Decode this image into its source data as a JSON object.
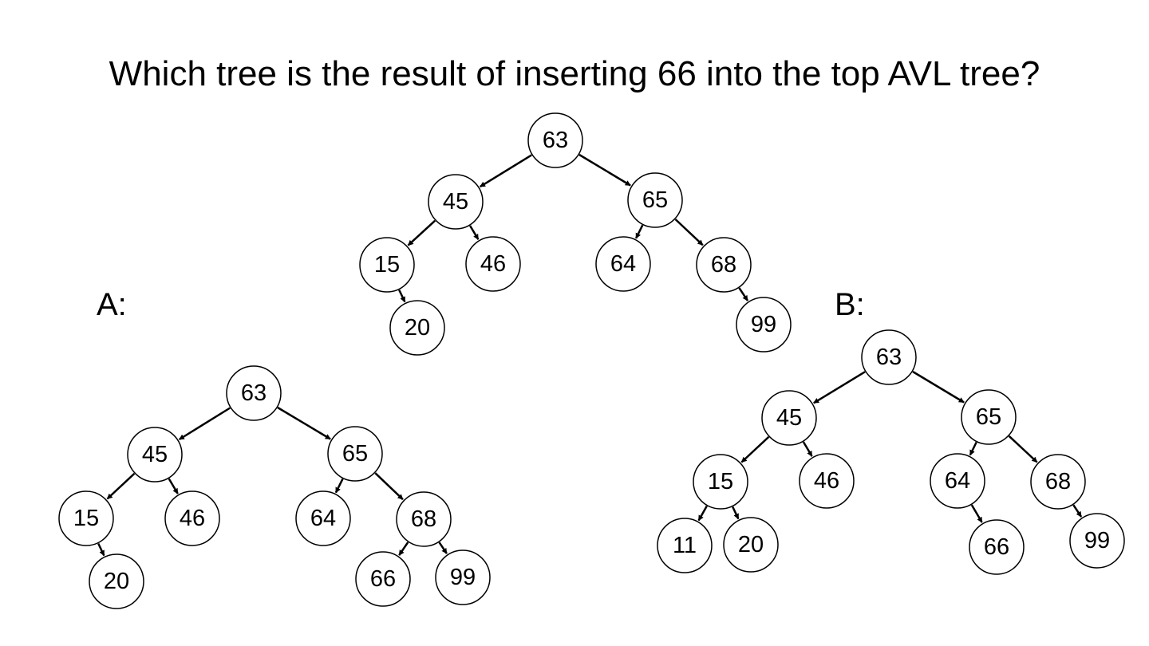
{
  "question": "Which tree is the result of inserting 66 into the top AVL tree?",
  "labels": {
    "a": "A:",
    "b": "B:"
  },
  "colors": {
    "stroke": "#000000",
    "fill": "#ffffff",
    "text": "#000000"
  },
  "trees": [
    {
      "id": "top",
      "nodes": [
        {
          "id": "n63",
          "value": "63"
        },
        {
          "id": "n45",
          "value": "45"
        },
        {
          "id": "n65",
          "value": "65"
        },
        {
          "id": "n15",
          "value": "15"
        },
        {
          "id": "n46",
          "value": "46"
        },
        {
          "id": "n64",
          "value": "64"
        },
        {
          "id": "n68",
          "value": "68"
        },
        {
          "id": "n20",
          "value": "20"
        },
        {
          "id": "n99",
          "value": "99"
        }
      ],
      "edges": [
        [
          "n63",
          "n45"
        ],
        [
          "n63",
          "n65"
        ],
        [
          "n45",
          "n15"
        ],
        [
          "n45",
          "n46"
        ],
        [
          "n65",
          "n64"
        ],
        [
          "n65",
          "n68"
        ],
        [
          "n15",
          "n20"
        ],
        [
          "n68",
          "n99"
        ]
      ]
    },
    {
      "id": "a",
      "nodes": [
        {
          "id": "n63",
          "value": "63"
        },
        {
          "id": "n45",
          "value": "45"
        },
        {
          "id": "n65",
          "value": "65"
        },
        {
          "id": "n15",
          "value": "15"
        },
        {
          "id": "n46",
          "value": "46"
        },
        {
          "id": "n64",
          "value": "64"
        },
        {
          "id": "n68",
          "value": "68"
        },
        {
          "id": "n20",
          "value": "20"
        },
        {
          "id": "n66",
          "value": "66"
        },
        {
          "id": "n99",
          "value": "99"
        }
      ],
      "edges": [
        [
          "n63",
          "n45"
        ],
        [
          "n63",
          "n65"
        ],
        [
          "n45",
          "n15"
        ],
        [
          "n45",
          "n46"
        ],
        [
          "n65",
          "n64"
        ],
        [
          "n65",
          "n68"
        ],
        [
          "n15",
          "n20"
        ],
        [
          "n68",
          "n66"
        ],
        [
          "n68",
          "n99"
        ]
      ]
    },
    {
      "id": "b",
      "nodes": [
        {
          "id": "n63",
          "value": "63"
        },
        {
          "id": "n45",
          "value": "45"
        },
        {
          "id": "n65",
          "value": "65"
        },
        {
          "id": "n15",
          "value": "15"
        },
        {
          "id": "n46",
          "value": "46"
        },
        {
          "id": "n64",
          "value": "64"
        },
        {
          "id": "n68",
          "value": "68"
        },
        {
          "id": "n11",
          "value": "11"
        },
        {
          "id": "n20",
          "value": "20"
        },
        {
          "id": "n66",
          "value": "66"
        },
        {
          "id": "n99",
          "value": "99"
        }
      ],
      "edges": [
        [
          "n63",
          "n45"
        ],
        [
          "n63",
          "n65"
        ],
        [
          "n45",
          "n15"
        ],
        [
          "n45",
          "n46"
        ],
        [
          "n65",
          "n64"
        ],
        [
          "n65",
          "n68"
        ],
        [
          "n15",
          "n11"
        ],
        [
          "n15",
          "n20"
        ],
        [
          "n64",
          "n66"
        ],
        [
          "n68",
          "n99"
        ]
      ]
    }
  ]
}
